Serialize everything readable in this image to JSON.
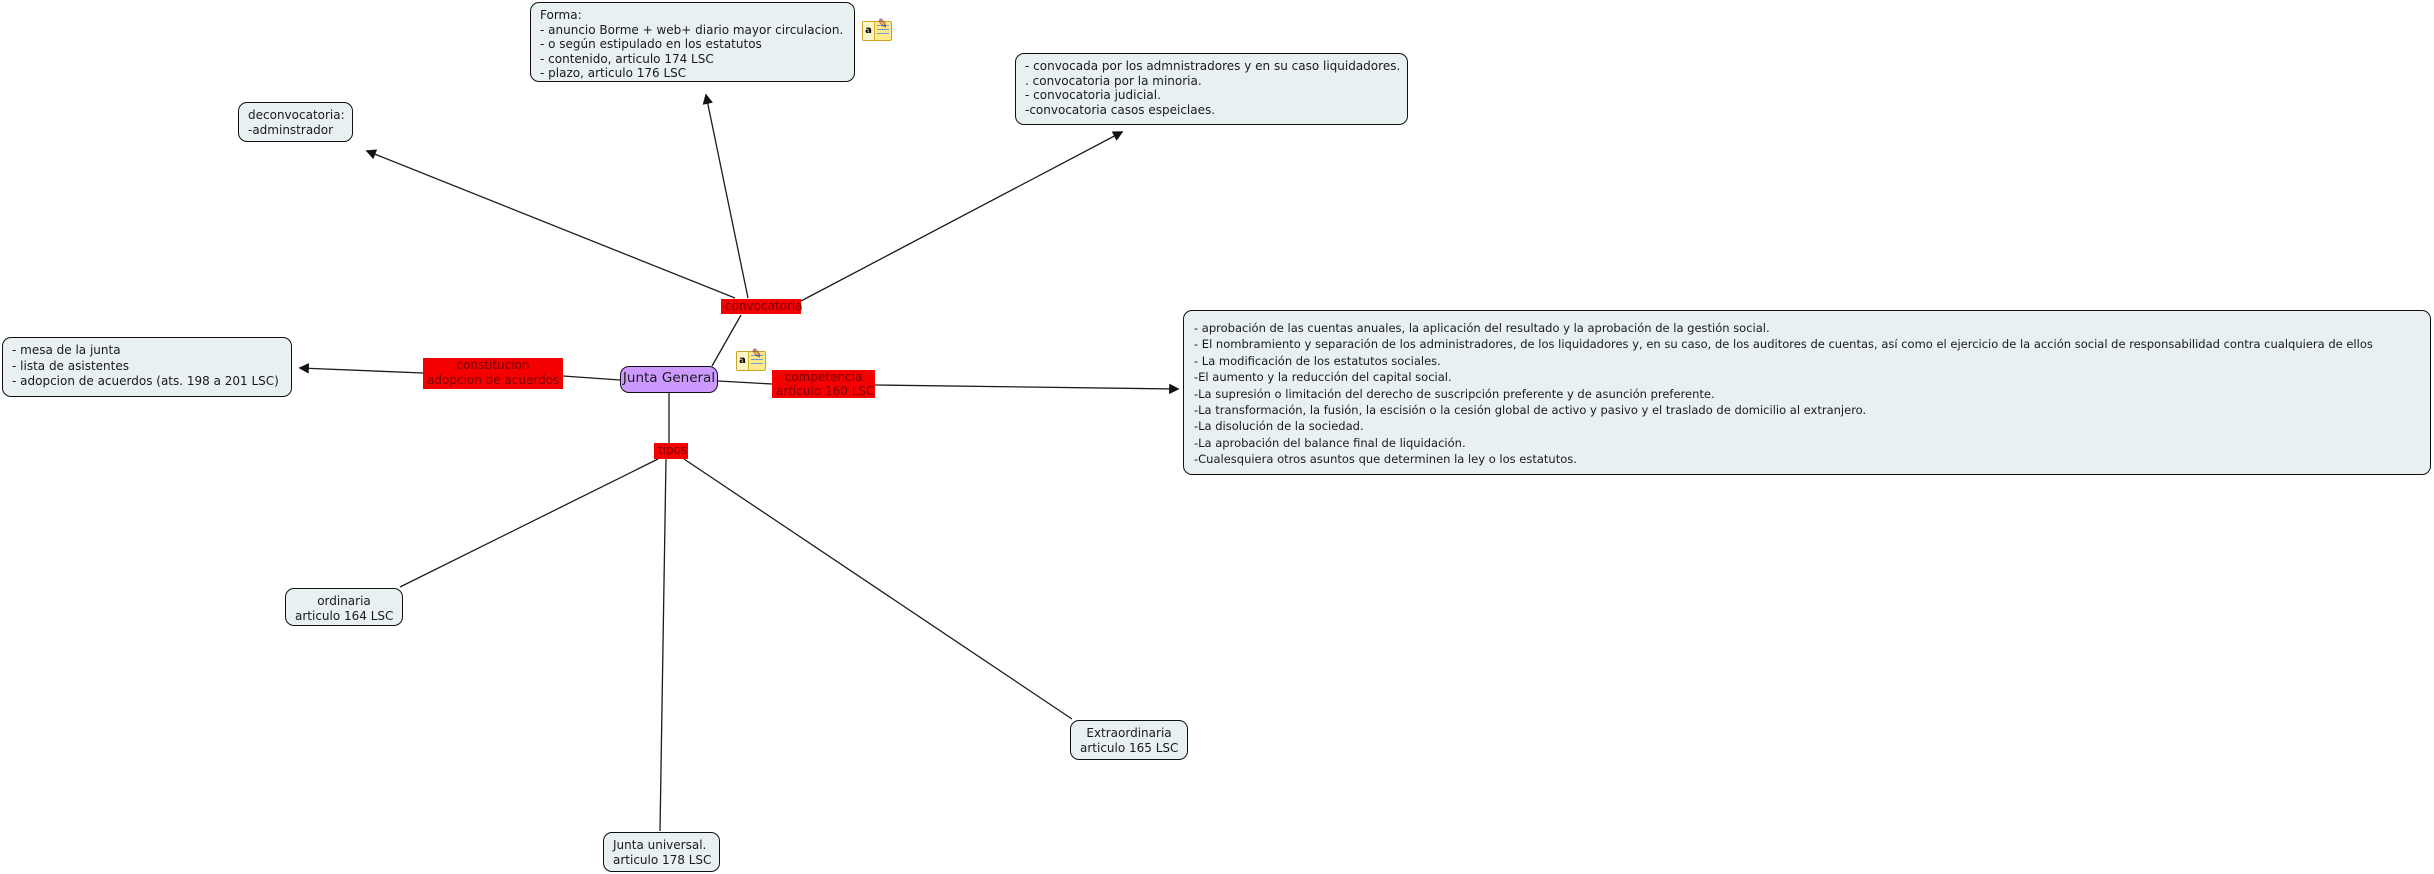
{
  "root": {
    "label": "Junta General"
  },
  "nodes": {
    "convocatoria": {
      "label": "convocatoria"
    },
    "constitucion": {
      "line1": "constitucion",
      "line2": "adopcion de acuerdos"
    },
    "competencia": {
      "line1": "competencia",
      "line2": "articulo 160 LSC"
    },
    "tipos": {
      "label": "tipos"
    }
  },
  "boxes": {
    "forma": {
      "lines": [
        "Forma:",
        "- anuncio Borme + web+ diario mayor circulacion.",
        "- o según estipulado en los estatutos",
        "- contenido, articulo 174 LSC",
        "- plazo, articulo 176 LSC"
      ]
    },
    "convocantes": {
      "lines": [
        "- convocada por los admnistradores y en su caso liquidadores.",
        ". convocatoria por la minoria.",
        "- convocatoria judicial.",
        "-convocatoria casos espeiclaes."
      ]
    },
    "deconvocatoria": {
      "lines": [
        "deconvocatoria:",
        "-adminstrador"
      ]
    },
    "mesa": {
      "lines": [
        "- mesa de la junta",
        "- lista de asistentes",
        "- adopcion de acuerdos (ats. 198 a 201 LSC)"
      ]
    },
    "competencias_detalle": {
      "lines": [
        "- aprobación de las cuentas anuales, la aplicación del resultado y la aprobación de la gestión social.",
        "- El nombramiento y separación de los administradores, de los liquidadores y, en su caso, de los auditores de cuentas, así como el ejercicio de la acción social de responsabilidad contra cualquiera de ellos",
        "- La modificación de los estatutos sociales.",
        "-El aumento y la reducción del capital social.",
        "-La supresión o limitación del derecho de suscripción preferente y de asunción preferente.",
        "-La transformación, la fusión, la escisión o la cesión global de activo y pasivo y el traslado de domicilio al extranjero.",
        "-La disolución de la sociedad.",
        "-La aprobación del balance final de liquidación.",
        "-Cualesquiera otros asuntos que determinen la ley o los estatutos."
      ]
    },
    "ordinaria": {
      "lines": [
        "ordinaria",
        "articulo 164 LSC"
      ]
    },
    "extraordinaria": {
      "lines": [
        "Extraordinaria",
        "articulo 165 LSC"
      ]
    },
    "junta_universal": {
      "lines": [
        "Junta universal.",
        "articulo 178 LSC"
      ]
    }
  },
  "icons": {
    "note_badge": "a",
    "note_pencil": "✎"
  },
  "colors": {
    "node_red_bg": "#f40000",
    "node_red_text": "#7a0000",
    "root_bg": "#cc99ff",
    "box_bg": "#e8f0f2",
    "edge": "#1c1c1c",
    "note_bg": "#ffe98a"
  }
}
